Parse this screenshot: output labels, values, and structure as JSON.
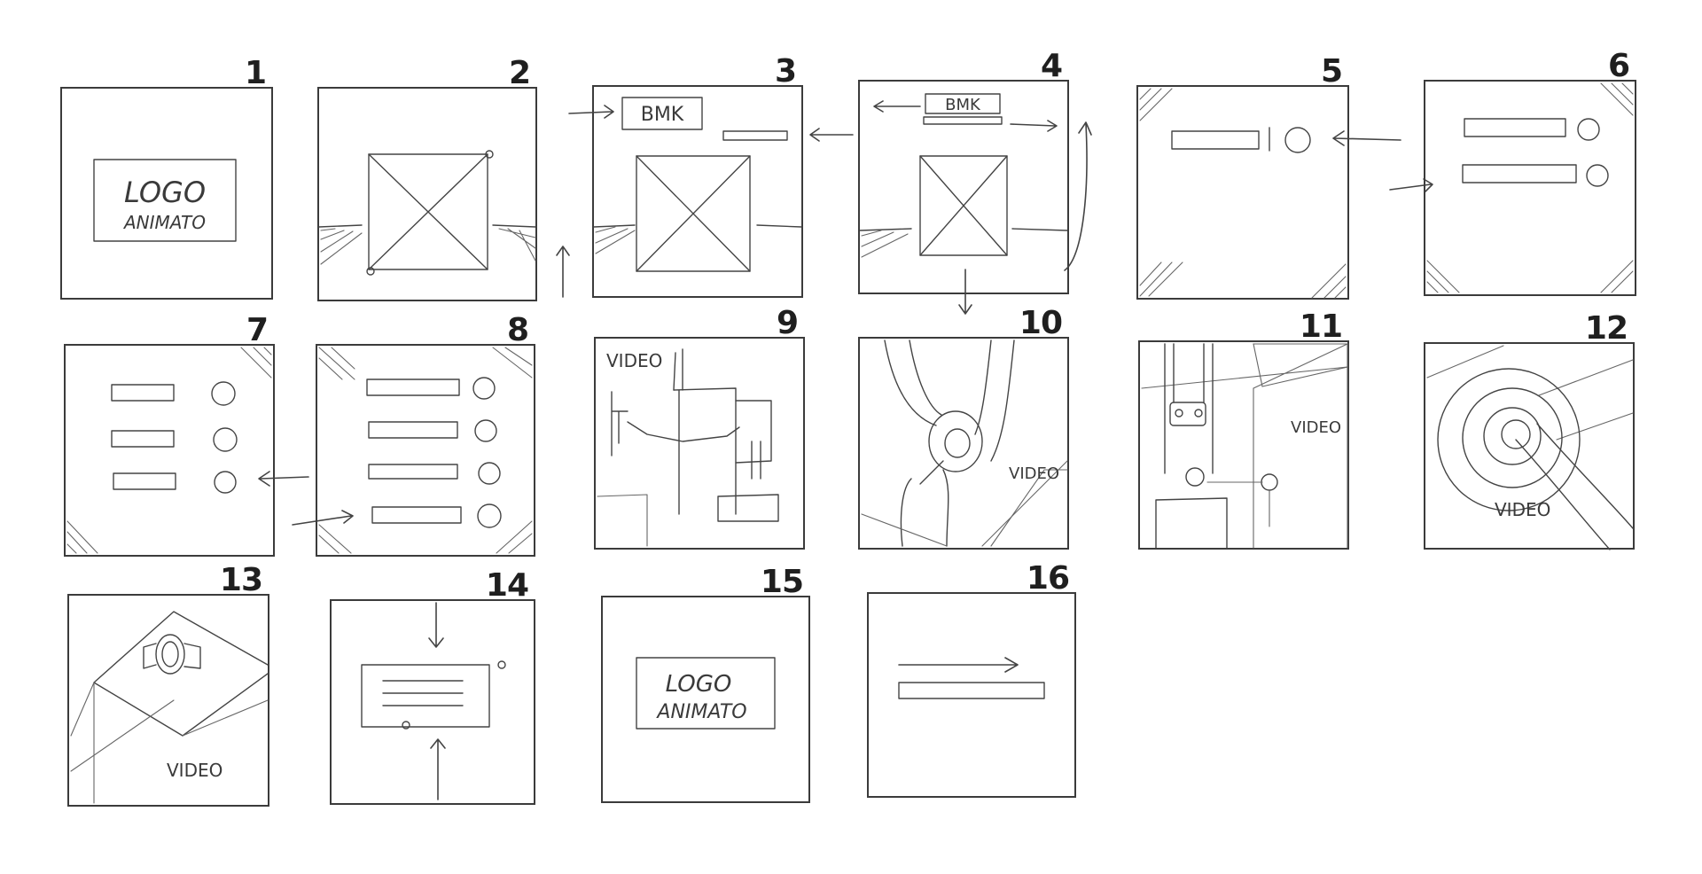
{
  "storyboard": {
    "panels": [
      {
        "number": "1",
        "logo_line1": "LOGO",
        "logo_line2": "ANIMATO"
      },
      {
        "number": "2"
      },
      {
        "number": "3",
        "label": "BMK"
      },
      {
        "number": "4",
        "label": "BMK"
      },
      {
        "number": "5"
      },
      {
        "number": "6"
      },
      {
        "number": "7"
      },
      {
        "number": "8"
      },
      {
        "number": "9",
        "label": "VIDEO"
      },
      {
        "number": "10",
        "label": "VIDEO"
      },
      {
        "number": "11",
        "label": "VIDEO"
      },
      {
        "number": "12",
        "label": "VIDEO"
      },
      {
        "number": "13",
        "label": "VIDEO"
      },
      {
        "number": "14"
      },
      {
        "number": "15",
        "logo_line1": "LOGO",
        "logo_line2": "ANIMATO"
      },
      {
        "number": "16"
      }
    ]
  },
  "style": {
    "pencil_color": "#3a3a3a",
    "paper_color": "#ffffff"
  }
}
